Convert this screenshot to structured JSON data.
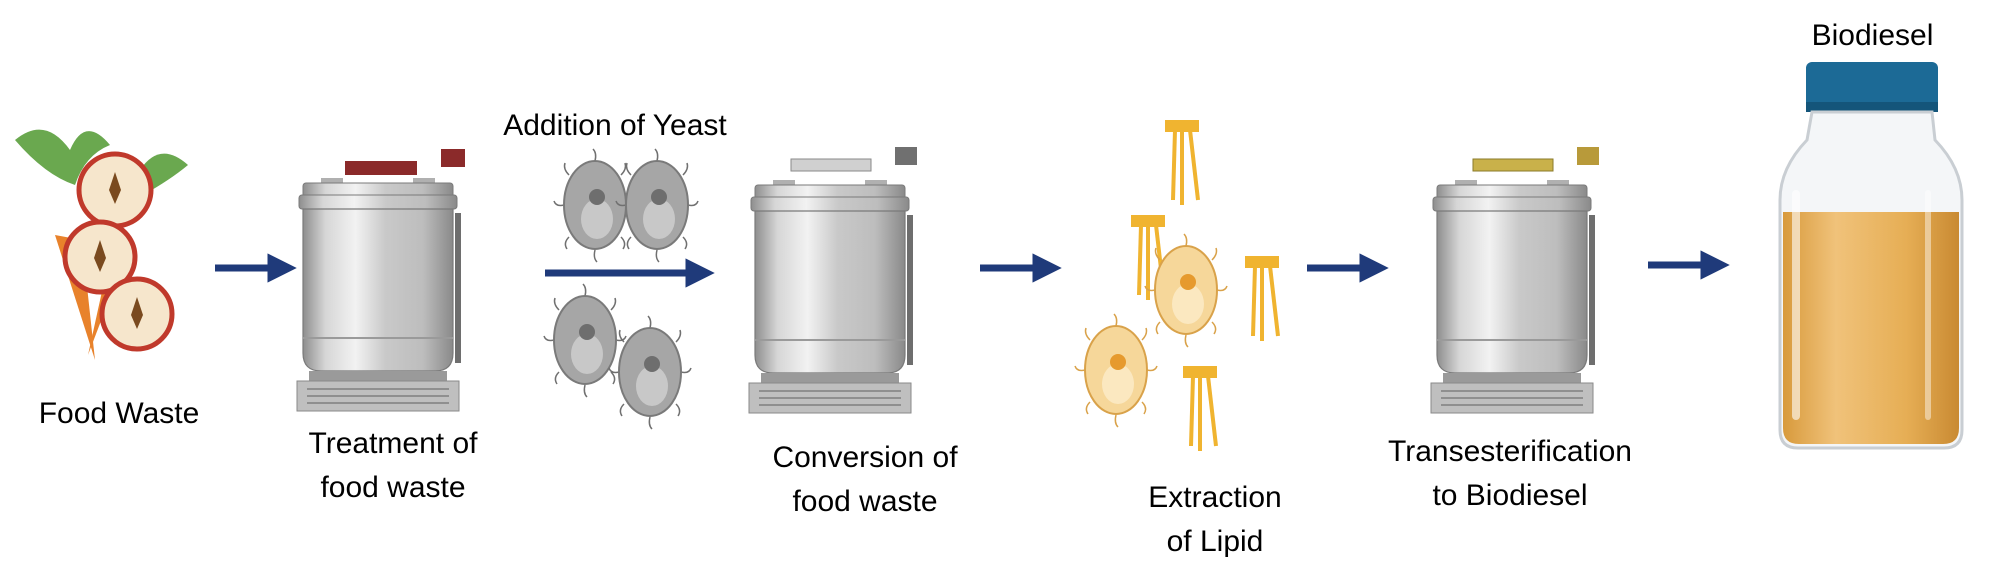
{
  "labels": {
    "food_waste": "Food Waste",
    "treatment": [
      "Treatment of",
      "food waste"
    ],
    "addition_of_yeast": "Addition of Yeast",
    "conversion": [
      "Conversion of",
      "food waste"
    ],
    "extraction": [
      "Extraction",
      "of Lipid"
    ],
    "transesterification": [
      "Transesterification",
      "to Biodiesel"
    ],
    "biodiesel": "Biodiesel"
  },
  "colors": {
    "arrow": "#1f3a7a",
    "yeast_gray": "#a6a6a6",
    "yeast_orange": "#f2c77a",
    "lipid": "#f0b430",
    "tank": "#c8c8c8",
    "bottle_cap": "#1c6a96",
    "bottle_liquid": "#e3a84f"
  }
}
